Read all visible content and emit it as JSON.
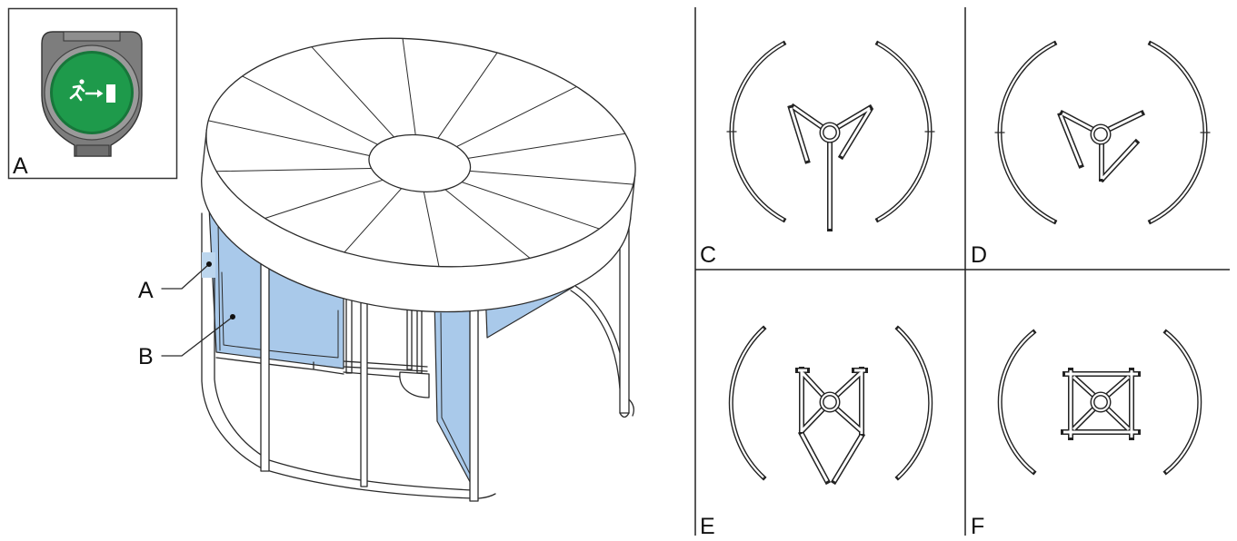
{
  "inset": {
    "label": "A",
    "icon": "emergency-exit-button-icon"
  },
  "callouts": {
    "a": "A",
    "b": "B"
  },
  "views": {
    "c": "C",
    "d": "D",
    "e": "E",
    "f": "F"
  },
  "colors": {
    "glass": "#a9c9ea",
    "highlight": "#bcd6ee",
    "button_green": "#1e9a4b",
    "button_gray": "#7d7d7d"
  }
}
